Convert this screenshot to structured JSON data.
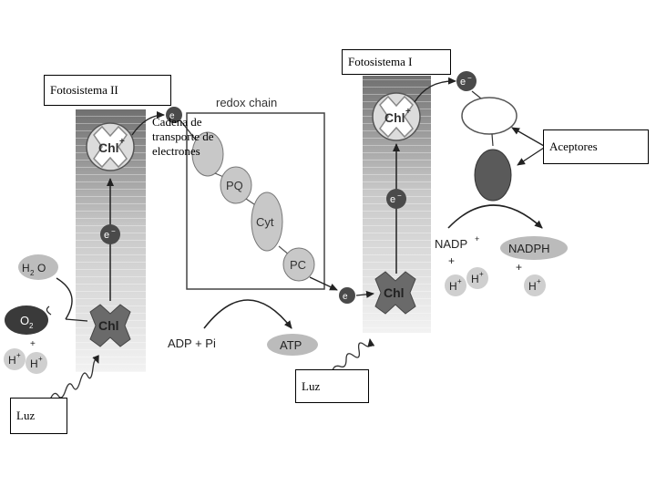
{
  "labels": {
    "photosystem_2": "Fotosistema II",
    "photosystem_1": "Fotosistema I",
    "electron_transport_chain": [
      "Cadena de",
      "transporte de",
      "electrones"
    ],
    "redox_chain": "redox chain",
    "acceptors": "Aceptores",
    "light_left": "Luz",
    "light_middle": "Luz"
  },
  "molecules": {
    "chl_excited": "Chl",
    "chl_plus": "+",
    "chl": "Chl",
    "electron": "e",
    "electron_charge": "−",
    "pq": "PQ",
    "cyt": "Cyt",
    "pc": "PC",
    "water": "H",
    "water_sub": "2",
    "water_o": "O",
    "oxygen": "O",
    "oxygen_sub": "2",
    "proton": "H",
    "proton_charge": "+",
    "adp_pi": "ADP + Pi",
    "atp": "ATP",
    "nadp": "NADP",
    "nadp_charge": "+",
    "plus_sign": "+",
    "nadph": "NADPH"
  },
  "colors": {
    "gradient_top": "#707070",
    "gradient_bottom": "#f2f2f2",
    "chl_sphere": "#dcdcdc",
    "chl_cross": "#8a8a8a",
    "chl_ground": "#6a6a6a",
    "electron_dark": "#4a4a4a",
    "chain_ovals": "#c8c8c8",
    "acceptor_dark": "#5a5a5a",
    "nadph_oval": "#bbbbbb"
  }
}
